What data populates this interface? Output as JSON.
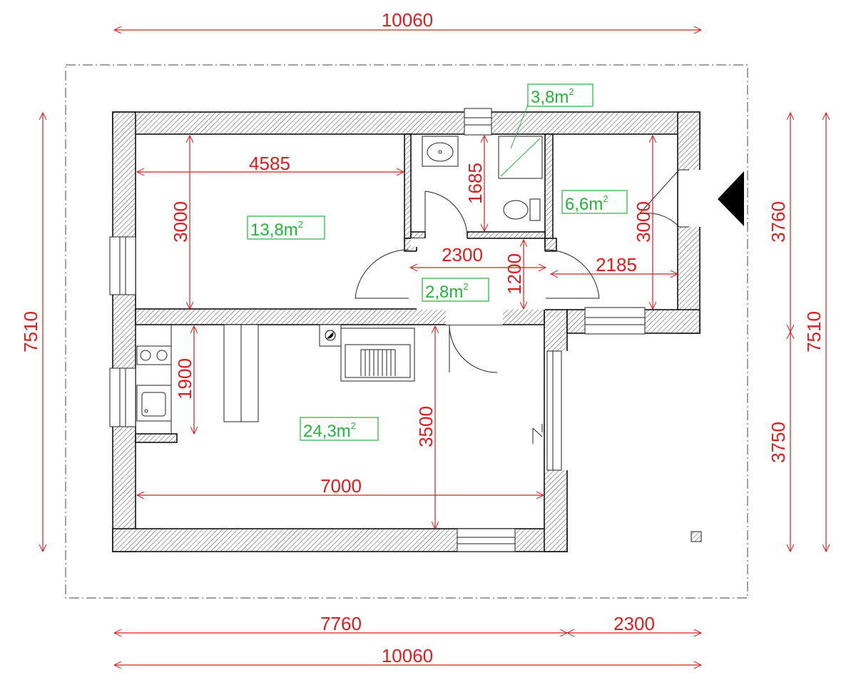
{
  "dimensions": {
    "overall_width_top": "10060",
    "overall_width_bottom": "10060",
    "segment_left_bottom": "7760",
    "segment_right_bottom": "2300",
    "overall_height_left": "7510",
    "overall_height_right": "7510",
    "upper_height_right": "3760",
    "lower_height_right": "3750",
    "room1_width": "4585",
    "room1_height": "3000",
    "bathroom_height": "1685",
    "hall_width": "2300",
    "hall_depth": "1200",
    "room2_width": "2185",
    "room2_height": "3000",
    "kitchen_depth": "1900",
    "living_height": "3500",
    "living_width": "7000"
  },
  "areas": {
    "room1": {
      "value": "13,8m",
      "sup": "2"
    },
    "bathroom": {
      "value": "3,8m",
      "sup": "2"
    },
    "room2": {
      "value": "6,6m",
      "sup": "2"
    },
    "hall": {
      "value": "2,8m",
      "sup": "2"
    },
    "living": {
      "value": "24,3m",
      "sup": "2"
    }
  },
  "colors": {
    "dimension": "#d81e1e",
    "area_label": "#22b53a",
    "wall_outline": "#111111"
  }
}
